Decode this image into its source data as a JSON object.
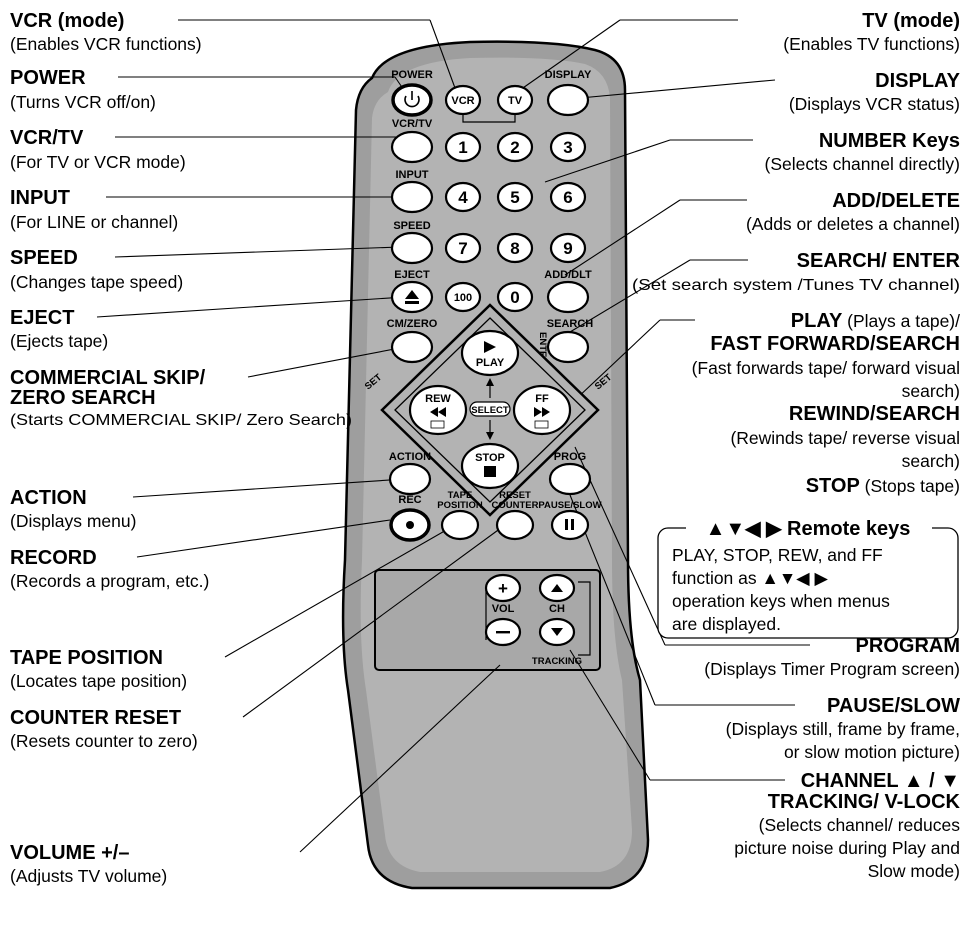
{
  "callouts": {
    "vcr_mode": {
      "title": "VCR (mode)",
      "desc": "(Enables VCR functions)"
    },
    "power": {
      "title": "POWER",
      "desc": "(Turns VCR off/on)"
    },
    "vcr_tv": {
      "title": "VCR/TV",
      "desc": "(For TV or VCR mode)"
    },
    "input": {
      "title": "INPUT",
      "desc": "(For LINE or channel)"
    },
    "speed": {
      "title": "SPEED",
      "desc": "(Changes tape speed)"
    },
    "eject": {
      "title": "EJECT",
      "desc": "(Ejects tape)"
    },
    "commercial": {
      "title1": "COMMERCIAL SKIP/",
      "title2": "ZERO SEARCH",
      "desc": "(Starts COMMERCIAL SKIP/ Zero Search)"
    },
    "action": {
      "title": "ACTION",
      "desc": "(Displays menu)"
    },
    "record": {
      "title": "RECORD",
      "desc": "(Records a program, etc.)"
    },
    "tape_position": {
      "title": "TAPE POSITION",
      "desc": "(Locates tape position)"
    },
    "counter_reset": {
      "title": "COUNTER RESET",
      "desc": "(Resets counter to zero)"
    },
    "volume": {
      "title": "VOLUME +/–",
      "desc": "(Adjusts TV volume)"
    },
    "tv_mode": {
      "title": "TV (mode)",
      "desc": "(Enables TV functions)"
    },
    "display": {
      "title": "DISPLAY",
      "desc": "(Displays VCR status)"
    },
    "number_keys": {
      "title": "NUMBER Keys",
      "desc": "(Selects channel directly)"
    },
    "add_delete": {
      "title": "ADD/DELETE",
      "desc": "(Adds or deletes a channel)"
    },
    "search_enter": {
      "title": "SEARCH/ ENTER",
      "desc": "(Set search system /Tunes TV channel)"
    },
    "play": {
      "title": "PLAY",
      "desc": " (Plays a tape)/"
    },
    "fast_forward": {
      "title": "FAST FORWARD/SEARCH",
      "desc1": "(Fast forwards tape/ forward visual",
      "desc2": "search)"
    },
    "rewind": {
      "title": "REWIND/SEARCH",
      "desc1": "(Rewinds tape/ reverse visual",
      "desc2": "search)"
    },
    "stop": {
      "title": "STOP",
      "desc": " (Stops tape)"
    },
    "program": {
      "title": "PROGRAM",
      "desc": "(Displays Timer Program screen)"
    },
    "pause_slow": {
      "title": "PAUSE/SLOW",
      "desc1": "(Displays still, frame by frame,",
      "desc2": "or slow motion picture)"
    },
    "channel": {
      "title1": "CHANNEL ▲ / ▼",
      "title2": "TRACKING/ V-LOCK",
      "desc1": "(Selects channel/ reduces",
      "desc2": "picture noise during Play and",
      "desc3": "Slow mode)"
    }
  },
  "remote_keys_box": {
    "title": "▲▼◀ ▶ Remote keys",
    "line1": "PLAY, STOP, REW, and FF",
    "line2": "function as ▲▼◀ ▶",
    "line3": "operation keys when menus",
    "line4": "are displayed."
  },
  "remote": {
    "power": "POWER",
    "vcr": "VCR",
    "tv": "TV",
    "display": "DISPLAY",
    "vcr_tv": "VCR/TV",
    "input": "INPUT",
    "speed": "SPEED",
    "eject": "EJECT",
    "add_dlt": "ADD/DLT",
    "cm_zero": "CM/ZERO",
    "enter": "ENTER",
    "search": "SEARCH",
    "num1": "1",
    "num2": "2",
    "num3": "3",
    "num4": "4",
    "num5": "5",
    "num6": "6",
    "num7": "7",
    "num8": "8",
    "num9": "9",
    "num100": "100",
    "num0": "0",
    "play": "PLAY",
    "rew": "REW",
    "ff": "FF",
    "select": "SELECT",
    "stop": "STOP",
    "set_left": "SET",
    "set_right": "SET",
    "action": "ACTION",
    "prog": "PROG",
    "rec": "REC",
    "tape_position1": "TAPE",
    "tape_position2": "POSITION",
    "reset_counter1": "RESET",
    "reset_counter2": "COUNTER",
    "pause_slow": "PAUSE/SLOW",
    "vol": "VOL",
    "ch": "CH",
    "tracking": "TRACKING"
  }
}
